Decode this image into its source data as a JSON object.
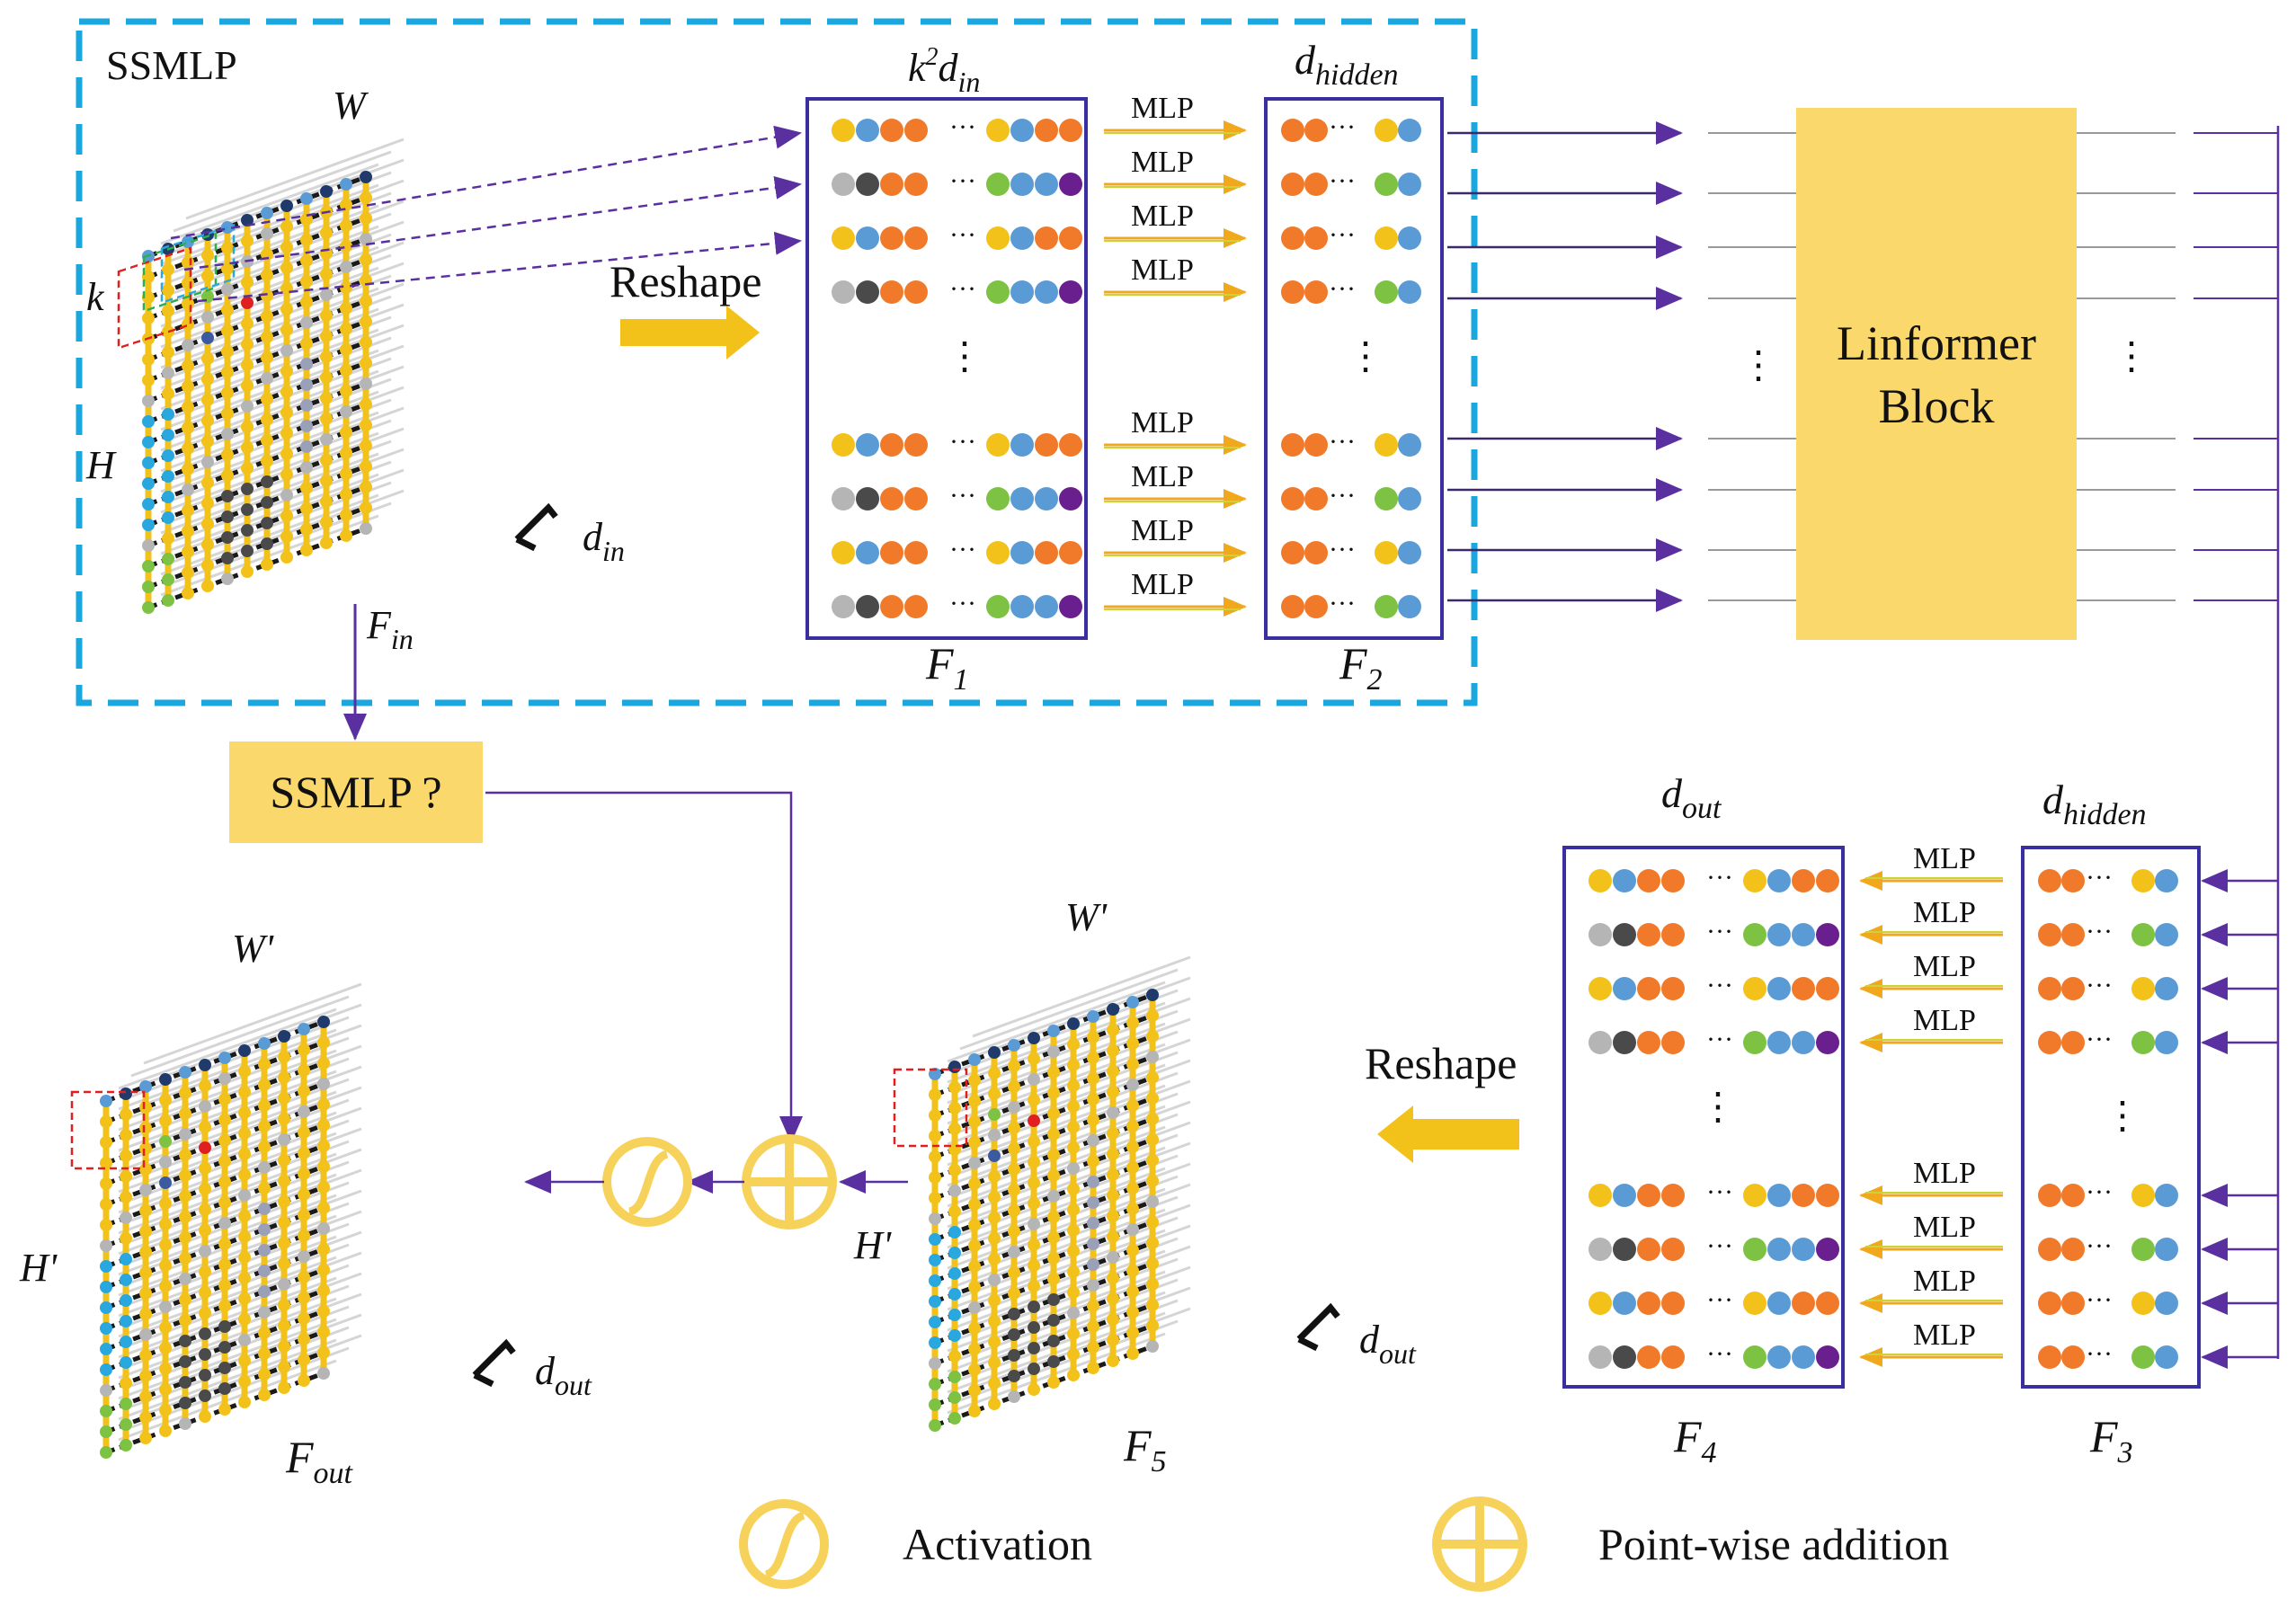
{
  "title": "SSMLP",
  "colors": {
    "dashed_box": "#1aa7e0",
    "panel_border": "#3a2fa0",
    "arrow_purple": "#5a2fa0",
    "mlp_arrow_top": "#f0a81c",
    "mlp_arrow_bottom": "#c8d43a",
    "reshape_arrow": "#f2c21a",
    "block_fill": "#fad86b",
    "grid_yellow": "#f2c21a",
    "grid_line": "#1a1a1a",
    "dot_orange": "#f07a2a",
    "dot_blue": "#5a9bd5",
    "dot_gray": "#b5b5b5",
    "dot_dark": "#4a4a4a",
    "dot_green": "#7dc242",
    "dot_purple": "#6a1f8f",
    "dot_navy": "#1f3a6b",
    "dot_cyan": "#29a8e0",
    "dot_red": "#e02020"
  },
  "labels": {
    "W": "W",
    "H": "H",
    "k": "k",
    "d_in": "d",
    "d_in_sub": "in",
    "F_in": "F",
    "F_in_sub": "in",
    "reshape_top": "Reshape",
    "reshape_bottom": "Reshape",
    "k2din_k": "k",
    "k2din_exp": "2",
    "k2din_d": "d",
    "k2din_sub": "in",
    "dhidden_top": "d",
    "dhidden_top_sub": "hidden",
    "F1": "F",
    "F1_sub": "1",
    "F2": "F",
    "F2_sub": "2",
    "linformer_line1": "Linformer",
    "linformer_line2": "Block",
    "ssmlp_q": "SSMLP ?",
    "dout_panel": "d",
    "dout_panel_sub": "out",
    "dhidden_bottom": "d",
    "dhidden_bottom_sub": "hidden",
    "F3": "F",
    "F3_sub": "3",
    "F4": "F",
    "F4_sub": "4",
    "F5": "F",
    "F5_sub": "5",
    "Fout": "F",
    "Fout_sub": "out",
    "W_prime_left": "W'",
    "W_prime_right": "W'",
    "H_prime_left": "H'",
    "H_prime_right": "H'",
    "dout_left": "d",
    "dout_left_sub": "out",
    "dout_right": "d",
    "dout_right_sub": "out",
    "ellipsis": "⋮"
  },
  "mlp_label": "MLP",
  "legend": {
    "activation": "Activation",
    "addition": "Point-wise addition"
  }
}
